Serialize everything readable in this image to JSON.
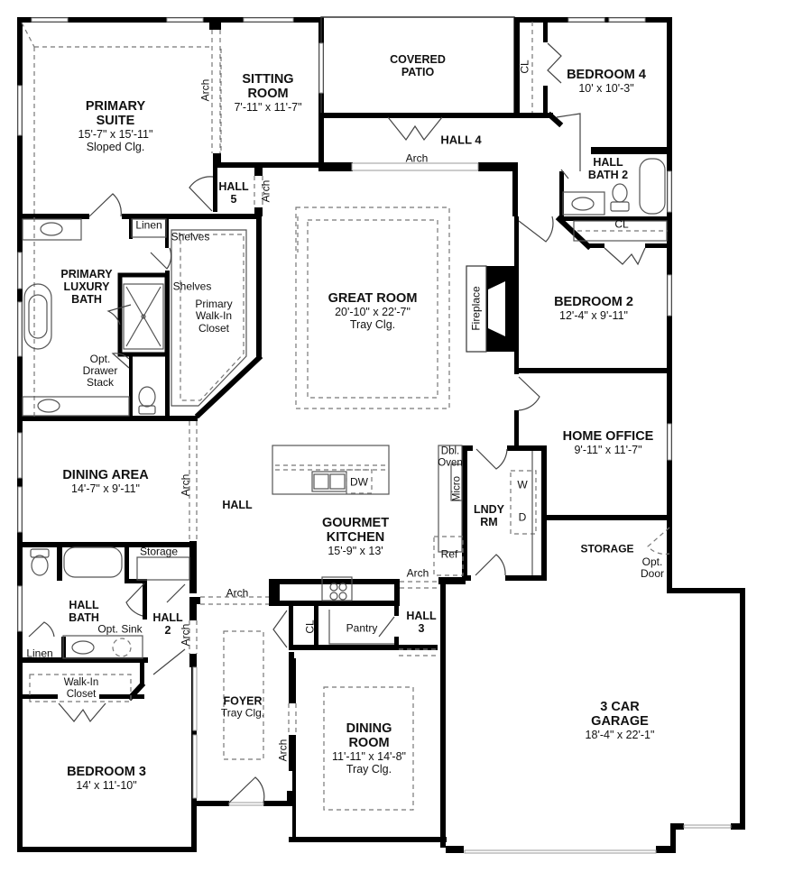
{
  "plan": {
    "wall_color": "#000000",
    "background": "#ffffff",
    "rooms": [
      {
        "id": "primary_suite",
        "name_lines": [
          "PRIMARY",
          "SUITE"
        ],
        "dims": "15'-7\" x 15'-11\"",
        "note": "Sloped Clg."
      },
      {
        "id": "sitting_room",
        "name_lines": [
          "SITTING",
          "ROOM"
        ],
        "dims": "7'-11\" x 11'-7\"",
        "note": ""
      },
      {
        "id": "covered_patio",
        "name_lines": [
          "COVERED",
          "PATIO"
        ],
        "dims": "",
        "note": ""
      },
      {
        "id": "bedroom_4",
        "name_lines": [
          "BEDROOM 4"
        ],
        "dims": "10' x 10'-3\"",
        "note": ""
      },
      {
        "id": "hall_4",
        "name_lines": [
          "HALL 4"
        ],
        "dims": "",
        "note": ""
      },
      {
        "id": "hall_5",
        "name_lines": [
          "HALL",
          "5"
        ],
        "dims": "",
        "note": ""
      },
      {
        "id": "hall_bath_2",
        "name_lines": [
          "HALL",
          "BATH 2"
        ],
        "dims": "",
        "note": ""
      },
      {
        "id": "primary_luxury_bath",
        "name_lines": [
          "PRIMARY",
          "LUXURY",
          "BATH"
        ],
        "dims": "",
        "note": ""
      },
      {
        "id": "primary_walk_in_closet",
        "name_lines": [
          "Primary",
          "Walk-In",
          "Closet"
        ],
        "dims": "",
        "note": ""
      },
      {
        "id": "great_room",
        "name_lines": [
          "GREAT ROOM"
        ],
        "dims": "20'-10\" x 22'-7\"",
        "note": "Tray Clg."
      },
      {
        "id": "bedroom_2",
        "name_lines": [
          "BEDROOM 2"
        ],
        "dims": "12'-4\" x 9'-11\"",
        "note": ""
      },
      {
        "id": "home_office",
        "name_lines": [
          "HOME OFFICE"
        ],
        "dims": "9'-11\" x 11'-7\"",
        "note": ""
      },
      {
        "id": "dining_area",
        "name_lines": [
          "DINING AREA"
        ],
        "dims": "14'-7\" x 9'-11\"",
        "note": ""
      },
      {
        "id": "hall",
        "name_lines": [
          "HALL"
        ],
        "dims": "",
        "note": ""
      },
      {
        "id": "gourmet_kitchen",
        "name_lines": [
          "GOURMET",
          "KITCHEN"
        ],
        "dims": "15'-9\" x 13'",
        "note": ""
      },
      {
        "id": "lndy_rm",
        "name_lines": [
          "LNDY",
          "RM"
        ],
        "dims": "",
        "note": ""
      },
      {
        "id": "storage_garage",
        "name_lines": [
          "STORAGE"
        ],
        "dims": "",
        "note": ""
      },
      {
        "id": "hall_bath",
        "name_lines": [
          "HALL",
          "BATH"
        ],
        "dims": "",
        "note": ""
      },
      {
        "id": "hall_2",
        "name_lines": [
          "HALL",
          "2"
        ],
        "dims": "",
        "note": ""
      },
      {
        "id": "hall_3",
        "name_lines": [
          "HALL",
          "3"
        ],
        "dims": "",
        "note": ""
      },
      {
        "id": "pantry",
        "name_lines": [
          "Pantry"
        ],
        "dims": "",
        "note": ""
      },
      {
        "id": "foyer",
        "name_lines": [
          "FOYER"
        ],
        "dims": "",
        "note": "Tray Clg."
      },
      {
        "id": "dining_room",
        "name_lines": [
          "DINING",
          "ROOM"
        ],
        "dims": "11'-11\" x 14'-8\"",
        "note": "Tray Clg."
      },
      {
        "id": "three_car_garage",
        "name_lines": [
          "3 CAR",
          "GARAGE"
        ],
        "dims": "18'-4\" x 22'-1\"",
        "note": ""
      },
      {
        "id": "bedroom_3",
        "name_lines": [
          "BEDROOM 3"
        ],
        "dims": "14' x 11'-10\"",
        "note": ""
      },
      {
        "id": "walk_in_closet_b3",
        "name_lines": [
          "Walk-In",
          "Closet"
        ],
        "dims": "",
        "note": ""
      }
    ],
    "annotations": {
      "arch": "Arch",
      "cl": "CL",
      "linen": "Linen",
      "shelves": "Shelves",
      "fireplace": "Fireplace",
      "opt_drawer_stack": [
        "Opt.",
        "Drawer",
        "Stack"
      ],
      "dbl_oven": [
        "Dbl.",
        "Oven"
      ],
      "micro": "Micro",
      "ref": "Ref",
      "dw": "DW",
      "washer": "W",
      "dryer": "D",
      "storage": "Storage",
      "opt_sink": "Opt. Sink",
      "opt_door": [
        "Opt.",
        "Door"
      ]
    }
  }
}
